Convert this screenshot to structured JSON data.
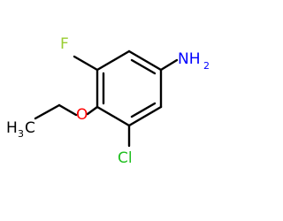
{
  "molecule": {
    "labels": {
      "fluorine": "F",
      "oxygen": "O",
      "chlorine": "Cl",
      "amine_main": "NH",
      "amine_sub": "2",
      "methyl_main": "H",
      "methyl_sub": "3",
      "methyl_c": "C"
    },
    "colors": {
      "bond": "#000000",
      "fluorine": "#9acd32",
      "oxygen": "#ff0000",
      "chlorine": "#1fbf1f",
      "nitrogen": "#0000ff",
      "carbon": "#000000"
    }
  }
}
